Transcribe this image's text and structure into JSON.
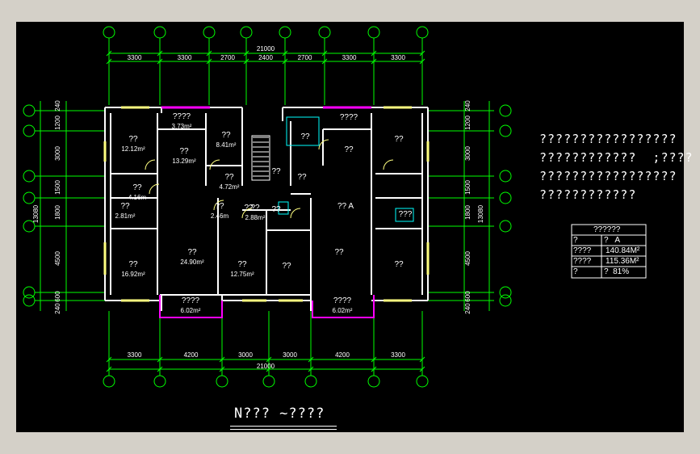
{
  "colors": {
    "background": "#000000",
    "grid": "#00ff00",
    "wall": "#ffffff",
    "balcony": "#ff00ff",
    "window": "#ffff80",
    "text": "#ffffff",
    "fixture": "#00ffff"
  },
  "dimensions": {
    "top_total": "21000",
    "top_segments": [
      "3300",
      "3300",
      "2700",
      "2400",
      "2700",
      "3300",
      "3300"
    ],
    "bottom_total": "21000",
    "bottom_segments": [
      "3300",
      "4200",
      "3000",
      "3000",
      "4200",
      "3300"
    ],
    "side_total": "13080",
    "side_segments": [
      "240",
      "1200",
      "3000",
      "1500",
      "1800",
      "4500",
      "600",
      "240"
    ]
  },
  "rooms": [
    {
      "id": "r1",
      "name": "??",
      "area": "12.12m²"
    },
    {
      "id": "r2",
      "name": "????",
      "area": "3.73m²"
    },
    {
      "id": "r3",
      "name": "??",
      "area": "13.29m²"
    },
    {
      "id": "r4",
      "name": "??",
      "area": "8.41m²"
    },
    {
      "id": "r5",
      "name": "??",
      "area": "4.72m²"
    },
    {
      "id": "r6",
      "name": "??",
      "area": ""
    },
    {
      "id": "r7",
      "name": "??",
      "area": "4.16m"
    },
    {
      "id": "r8",
      "name": "??",
      "area": "2.81m²"
    },
    {
      "id": "r9",
      "name": "??",
      "area": "2.46m"
    },
    {
      "id": "r10",
      "name": "??",
      "area": "2.88m²"
    },
    {
      "id": "r11",
      "name": "??",
      "area": "16.92m²"
    },
    {
      "id": "r12",
      "name": "??",
      "area": "24.90m²"
    },
    {
      "id": "r13",
      "name": "??",
      "area": "12.75m²"
    },
    {
      "id": "r14",
      "name": "????",
      "area": "6.02m²"
    },
    {
      "id": "r15",
      "name": "????",
      "area": "6.02m²"
    },
    {
      "id": "r16",
      "name": "??",
      "area": ""
    },
    {
      "id": "r17",
      "name": "??",
      "area": ""
    },
    {
      "id": "r18",
      "name": "????",
      "area": ""
    },
    {
      "id": "r19",
      "name": "??",
      "area": ""
    },
    {
      "id": "r20",
      "name": "??",
      "area": ""
    },
    {
      "id": "r21",
      "name": "??",
      "area": ""
    },
    {
      "id": "r22",
      "name": "??",
      "area": ""
    },
    {
      "id": "r23",
      "name": "?? A",
      "area": ""
    },
    {
      "id": "r24",
      "name": "???",
      "area": ""
    },
    {
      "id": "r25",
      "name": "??",
      "area": ""
    },
    {
      "id": "r26",
      "name": "??",
      "area": ""
    },
    {
      "id": "r27",
      "name": "??",
      "area": ""
    }
  ],
  "notes": [
    "?????????????????",
    "????????????  ;????",
    "?????????????????",
    "????????????"
  ],
  "table": {
    "header": "??????",
    "rows": [
      [
        "?",
        "?   A"
      ],
      [
        "????",
        "140.84M²"
      ],
      [
        "????",
        "115.36M²"
      ],
      [
        "?",
        "?  81%"
      ]
    ]
  },
  "title": "N??? ~????"
}
